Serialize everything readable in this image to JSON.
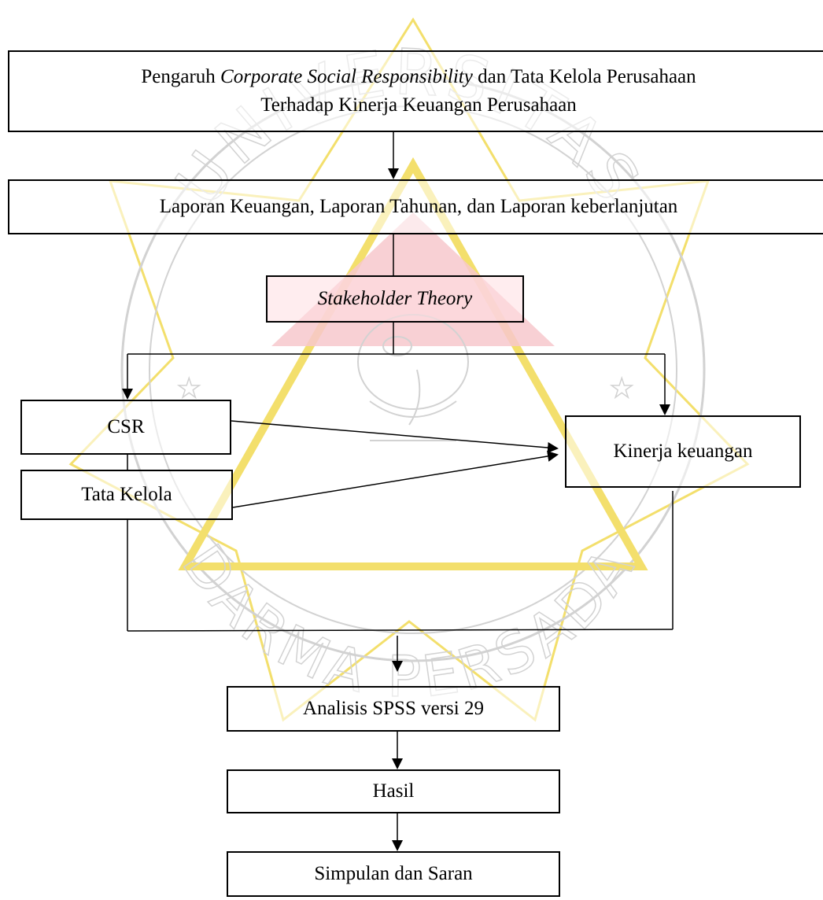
{
  "diagram": {
    "colors": {
      "line": "#000000",
      "watermark_gold": "#f3df6c",
      "watermark_red": "#f7c8cc",
      "watermark_gray": "#d2d2d2"
    },
    "nodes": {
      "title": {
        "line1_before": "Pengaruh ",
        "line1_italic": "Corporate Social Responsibility",
        "line1_after": " dan Tata Kelola Perusahaan",
        "line2": "Terhadap Kinerja Keuangan Perusahaan"
      },
      "reports": "Laporan Keuangan, Laporan Tahunan, dan Laporan keberlanjutan",
      "theory": "Stakeholder Theory",
      "csr": "CSR",
      "governance": "Tata Kelola",
      "performance": "Kinerja keuangan",
      "analysis": "Analisis SPSS versi 29",
      "results": "Hasil",
      "conclusion": "Simpulan dan Saran"
    },
    "watermark": {
      "text_top": "UNIVERSITAS",
      "text_bottom": "DARMA PERSADA",
      "icon": "elephant-ganesha-emblem"
    }
  }
}
